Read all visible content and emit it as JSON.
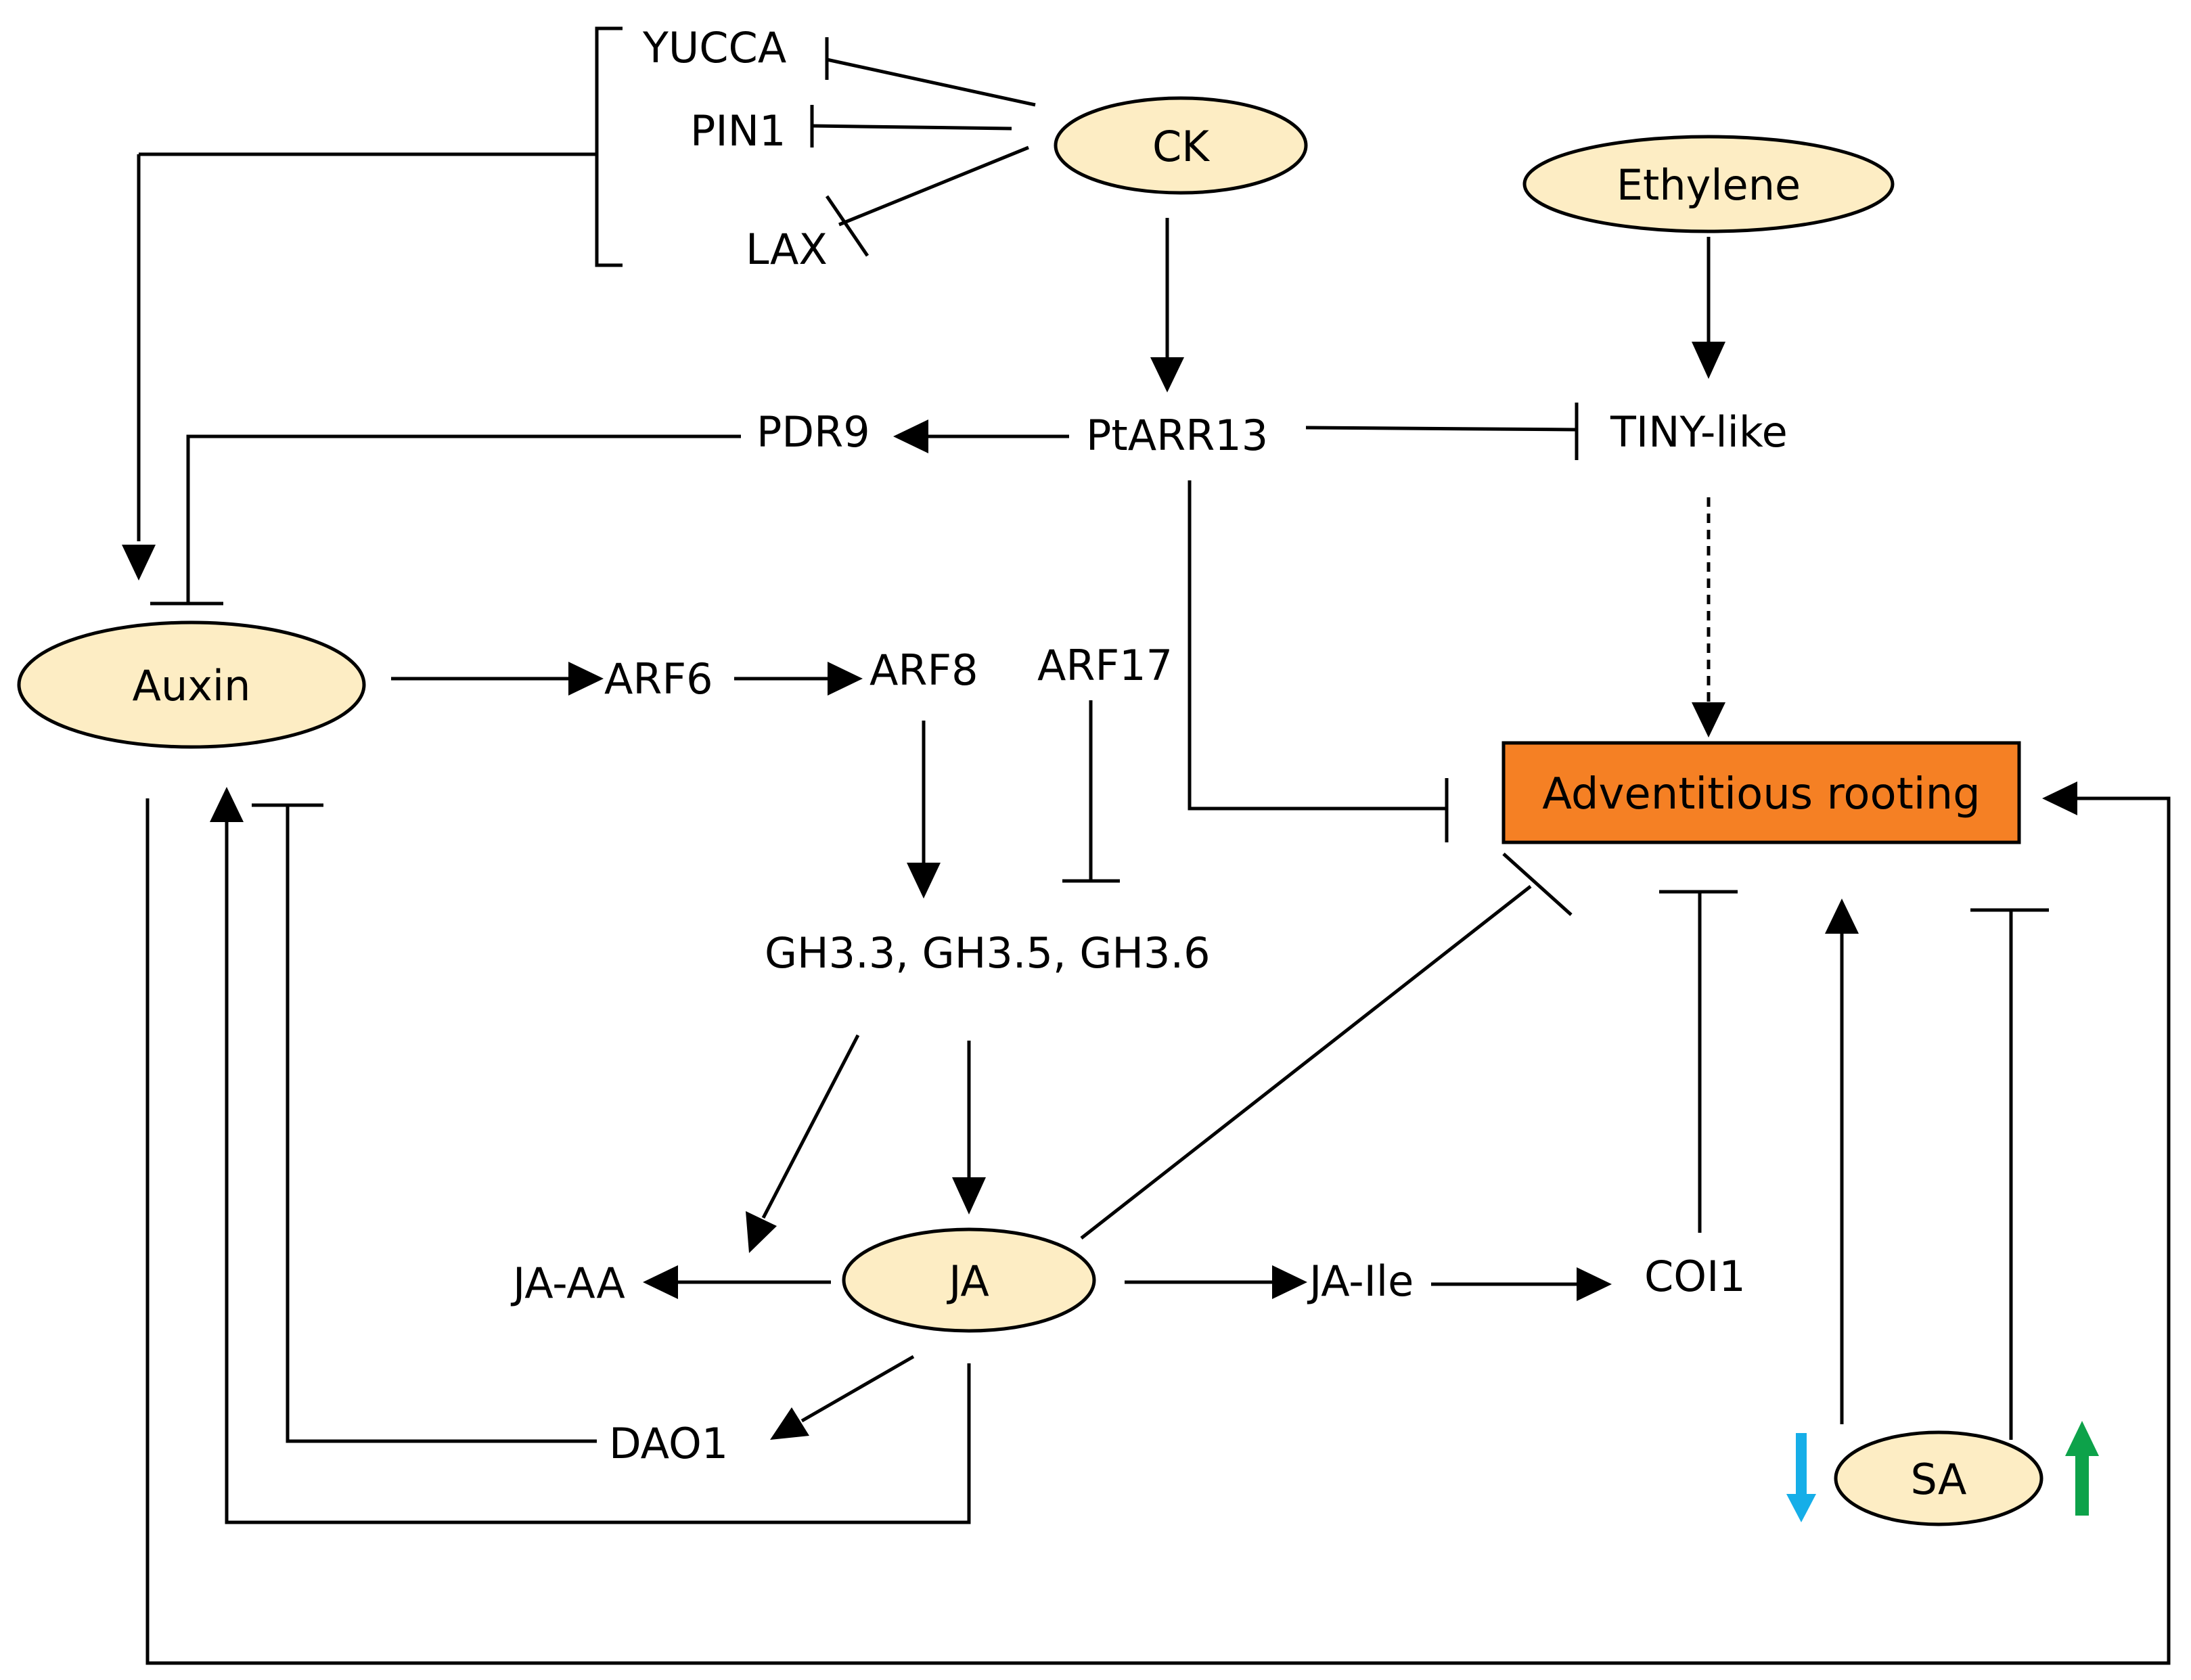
{
  "diagram": {
    "nodes": {
      "ck": "CK",
      "ethylene": "Ethylene",
      "auxin": "Auxin",
      "ja": "JA",
      "sa": "SA",
      "adventitious_rooting": "Adventitious rooting"
    },
    "genes": {
      "yucca": "YUCCA",
      "pin1": "PIN1",
      "lax": "LAX",
      "ptarr13": "PtARR13",
      "pdr9": "PDR9",
      "tiny_like": "TINY-like",
      "arf6": "ARF6",
      "arf8": "ARF8",
      "arf17": "ARF17",
      "gh3": "GH3.3, GH3.5, GH3.6",
      "ja_aa": "JA-AA",
      "ja_ile": "JA-Ile",
      "coi1": "COI1",
      "dao1": "DAO1"
    },
    "colors": {
      "node_fill": "#fdedc4",
      "rooting_fill": "#f58024",
      "sa_down_arrow": "#16aee8",
      "sa_up_arrow": "#0da24a"
    }
  }
}
